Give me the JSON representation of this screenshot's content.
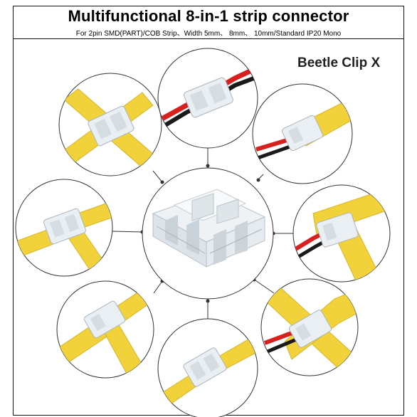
{
  "header": {
    "title": "Multifunctional 8-in-1 strip connector",
    "subtitle": "For 2pin  SMD(PART)/COB Strip、Width 5mm、 8mm、 10mm/Standard IP20 Mono"
  },
  "brand": "Beetle Clip X",
  "colors": {
    "cob_strip": "#f2d23a",
    "red_wire": "#d8201e",
    "black_wire": "#1a1a1a",
    "connector": "#e8eef2",
    "lines": "#333333"
  }
}
